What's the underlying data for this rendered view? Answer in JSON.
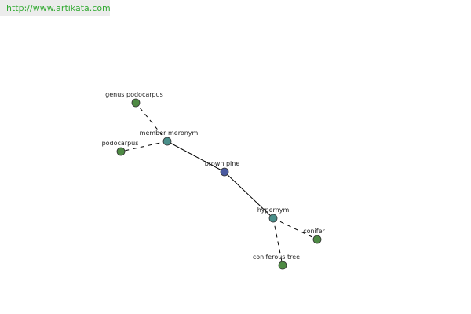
{
  "source_url": "http://www.artikata.com",
  "graph": {
    "center": {
      "id": "brown-pine",
      "label": "brown pine"
    },
    "relations": [
      {
        "id": "member-meronym",
        "label": "member meronym"
      },
      {
        "id": "hypernym",
        "label": "hypernym"
      }
    ],
    "terms": [
      {
        "id": "genus-podocarpus",
        "label": "genus podocarpus",
        "relation": "member-meronym"
      },
      {
        "id": "podocarpus",
        "label": "podocarpus",
        "relation": "member-meronym"
      },
      {
        "id": "conifer",
        "label": "conifer",
        "relation": "hypernym"
      },
      {
        "id": "coniferous-tree",
        "label": "coniferous tree",
        "relation": "hypernym"
      }
    ]
  },
  "colors": {
    "center_node": "#4a5aa0",
    "relation_node": "#4a8f8a",
    "term_node": "#4e8a44",
    "edge": "#000000",
    "url_text": "#33aa33"
  }
}
